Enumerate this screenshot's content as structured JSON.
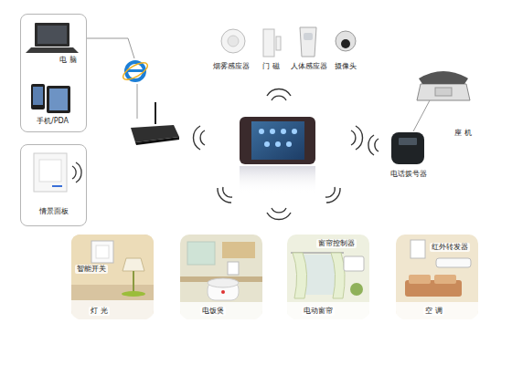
{
  "diagram": {
    "nodes": [
      {
        "text": [
          "电 脑",
          "手机/PDA"
        ]
      },
      {
        "text": [
          "情景面板"
        ]
      },
      {
        "text": [
          "智能开关",
          "灯 光"
        ]
      },
      {
        "text": [
          "电饭煲"
        ]
      },
      {
        "text": [
          "窗帘控制器",
          "电动窗帘"
        ]
      },
      {
        "text": [
          "红外转发器",
          "空 调"
        ]
      }
    ],
    "labels": [
      "烟雾感应器",
      "门 磁",
      "人体感应器",
      "摄像头",
      "座 机",
      "电话拨号器"
    ]
  }
}
